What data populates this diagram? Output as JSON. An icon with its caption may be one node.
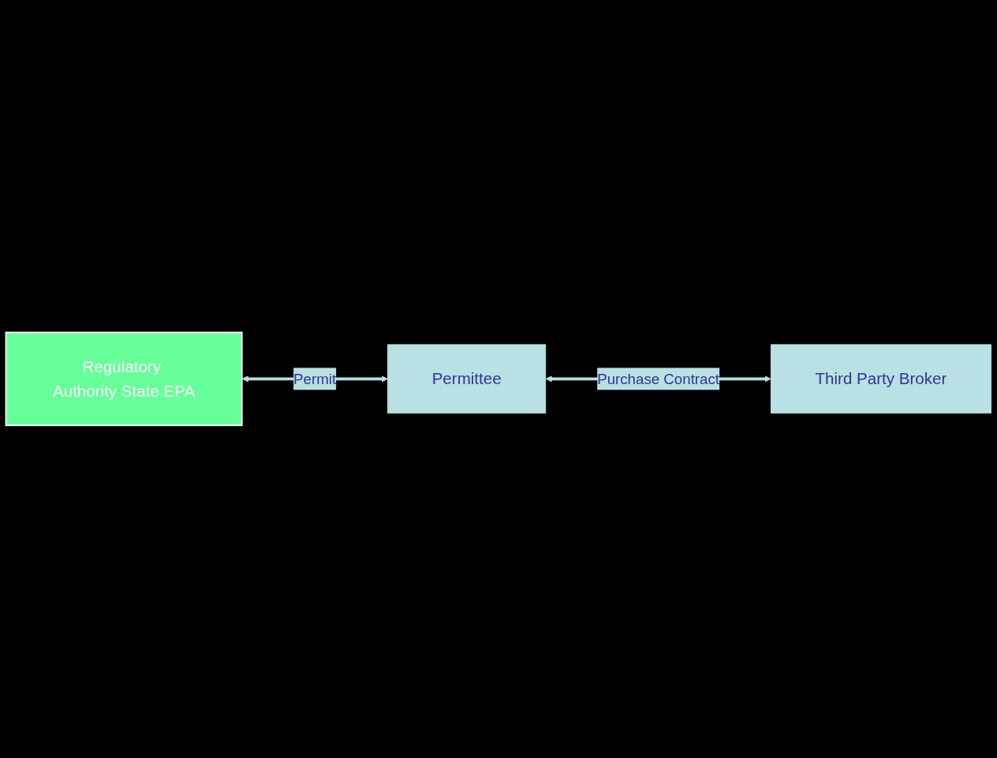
{
  "diagram": {
    "nodes": [
      {
        "text": [
          "Regulatory Authority State EPA"
        ]
      },
      {
        "text": [
          "Permittee"
        ]
      },
      {
        "text": [
          "Third Party Broker"
        ]
      }
    ],
    "edges": [
      {
        "from": 0,
        "to": 1,
        "arrow": "both",
        "label": "Permit"
      },
      {
        "from": 1,
        "to": 2,
        "arrow": "both",
        "label": "Purchase Contract"
      }
    ]
  }
}
